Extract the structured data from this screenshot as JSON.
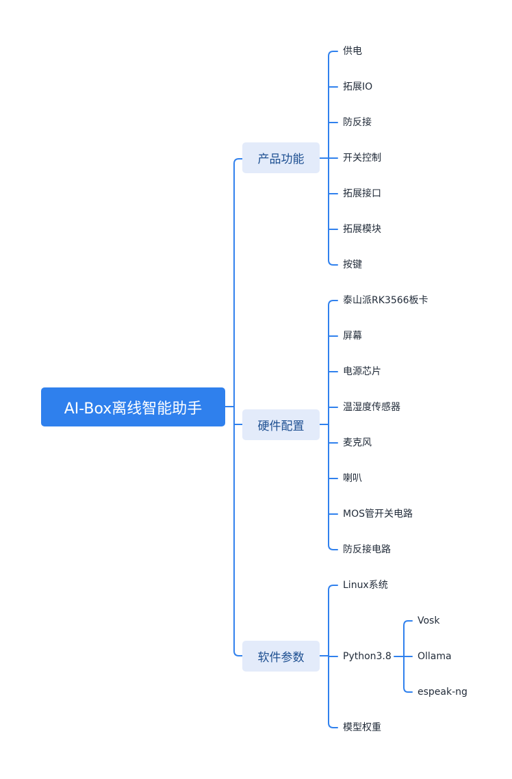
{
  "colors": {
    "root_fill": "#2f80ed",
    "root_text": "#ffffff",
    "branch_fill": "#e3ebfa",
    "branch_text": "#1d4f91",
    "leaf_text": "#1f2937",
    "connector": "#2f80ed"
  },
  "root": {
    "label": "AI-Box离线智能助手"
  },
  "branches": [
    {
      "label": "产品功能",
      "children": [
        {
          "label": "供电"
        },
        {
          "label": "拓展IO"
        },
        {
          "label": "防反接"
        },
        {
          "label": "开关控制"
        },
        {
          "label": "拓展接口"
        },
        {
          "label": "拓展模块"
        },
        {
          "label": "按键"
        }
      ]
    },
    {
      "label": "硬件配置",
      "children": [
        {
          "label": "泰山派RK3566板卡"
        },
        {
          "label": "屏幕"
        },
        {
          "label": "电源芯片"
        },
        {
          "label": "温湿度传感器"
        },
        {
          "label": "麦克风"
        },
        {
          "label": "喇叭"
        },
        {
          "label": "MOS管开关电路"
        },
        {
          "label": "防反接电路"
        }
      ]
    },
    {
      "label": "软件参数",
      "children": [
        {
          "label": "Linux系统"
        },
        {
          "label": "Python3.8",
          "children": [
            {
              "label": "Vosk"
            },
            {
              "label": "Ollama"
            },
            {
              "label": "espeak-ng"
            }
          ]
        },
        {
          "label": "模型权重"
        }
      ]
    }
  ]
}
